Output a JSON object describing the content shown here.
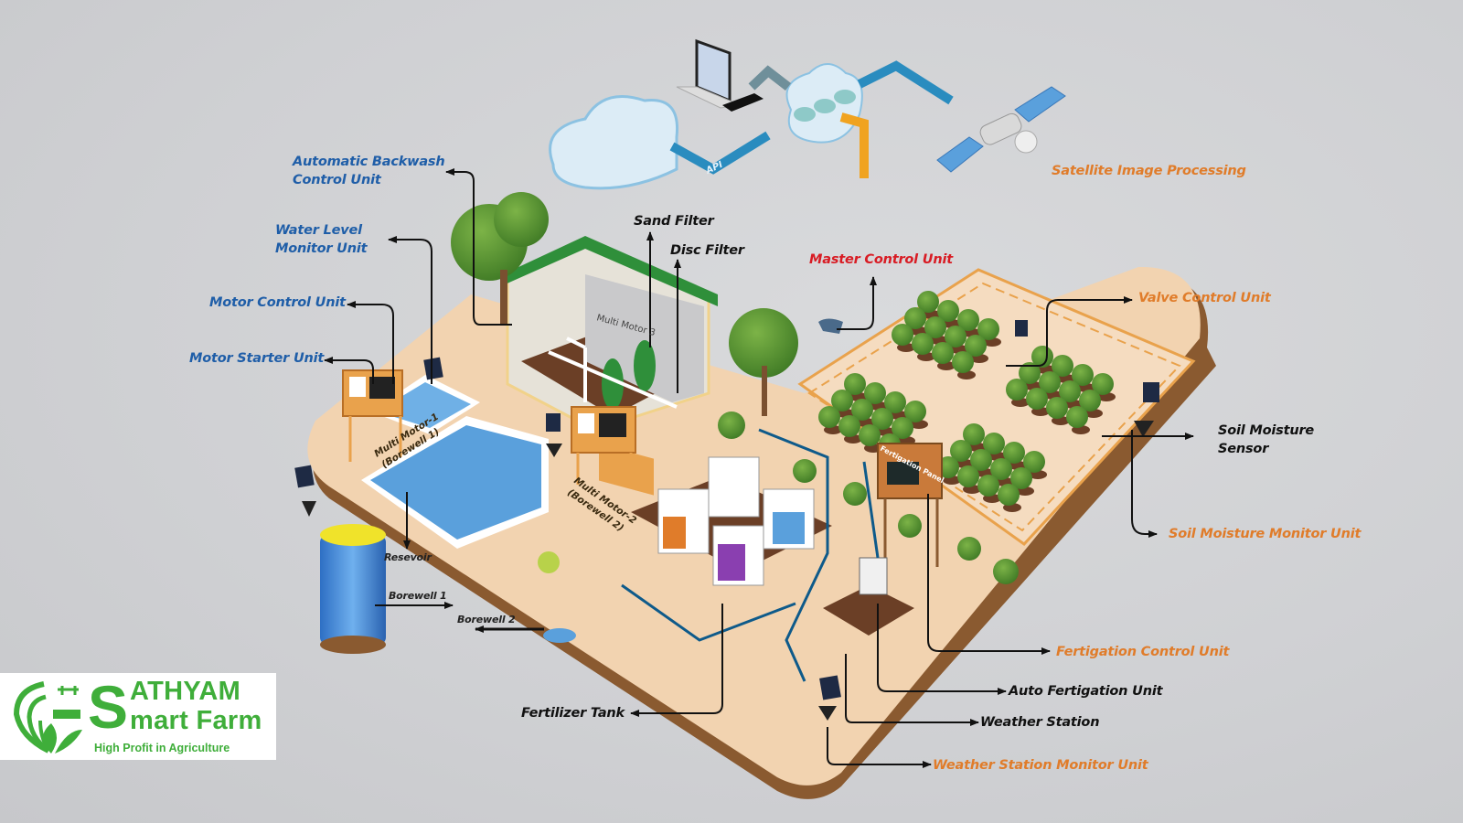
{
  "title": "Sathyam Smart Farm - Smart Irrigation System Layout",
  "logo": {
    "brand_letter": "S",
    "line1": "ATHYAM",
    "line2": "mart Farm",
    "tagline": "High Profit in Agriculture",
    "color": "#3fae3a"
  },
  "cloud": {
    "api_label": "API",
    "satellite_label": "Satellite Image Processing"
  },
  "labels": {
    "automatic_backwash": [
      "Automatic Backwash",
      "Control Unit"
    ],
    "water_level": [
      "Water Level",
      "Monitor Unit"
    ],
    "motor_control": "Motor Control Unit",
    "motor_starter": "Motor Starter Unit",
    "sand_filter": "Sand Filter",
    "disc_filter": "Disc Filter",
    "master_control": "Master Control Unit",
    "valve_control": "Valve Control Unit",
    "soil_moisture_sensor": [
      "Soil Moisture",
      "Sensor"
    ],
    "soil_moisture_monitor": "Soil Moisture Monitor Unit",
    "fertigation_control": "Fertigation Control Unit",
    "auto_fertigation": "Auto Fertigation Unit",
    "weather_station": "Weather Station",
    "weather_station_monitor": "Weather Station Monitor Unit",
    "fertilizer_tank": "Fertilizer Tank",
    "reservoir": "Resevoir",
    "borewell1": "Borewell 1",
    "borewell2": "Borewell 2",
    "multi_motor1": [
      "Multi Motor-1",
      "(Borewell 1)"
    ],
    "multi_motor2": [
      "Multi Motor-2",
      "(Borewell 2)"
    ],
    "multi_motor3": "Multi Motor 3",
    "fertigation_panel": "Fertigation Panel"
  },
  "colors": {
    "blue_label": "#1f5ea8",
    "orange_label": "#e07c2a",
    "red_label": "#d81c24",
    "platform": "#f2d3b0",
    "platform_edge": "#8a5a30",
    "water": "#5aa0dc",
    "tree": "#4d8a2c"
  }
}
